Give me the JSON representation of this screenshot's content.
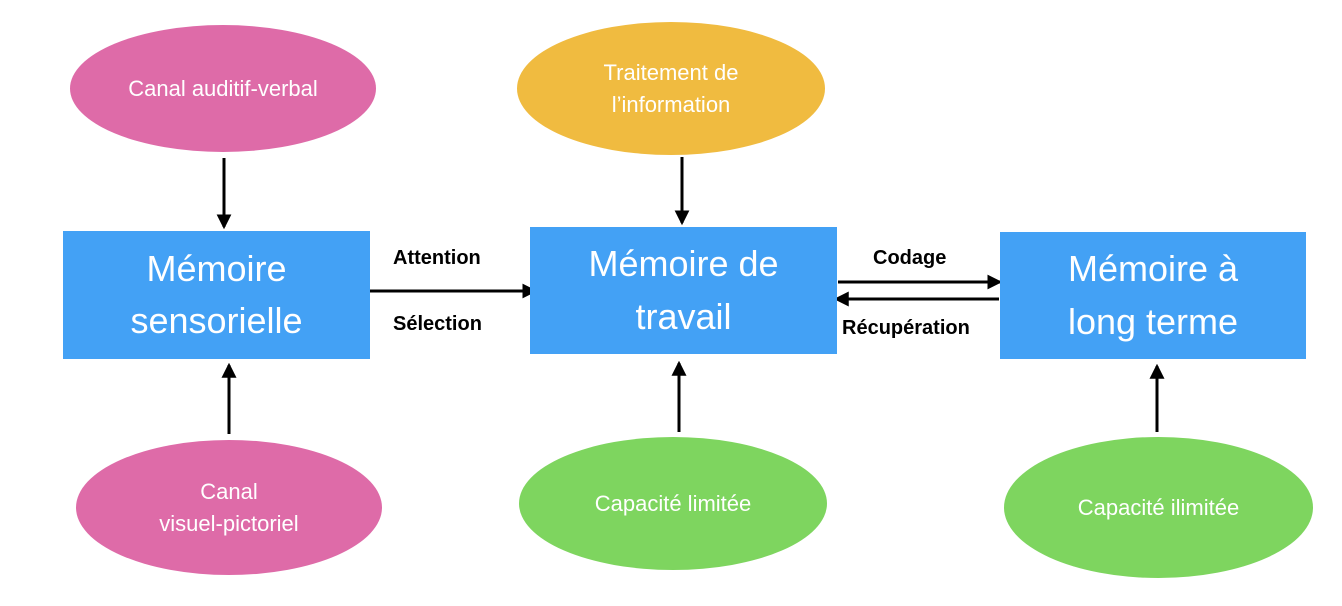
{
  "colors": {
    "box": "#43a1f5",
    "channel": "#de6ba8",
    "processing": "#f0bb40",
    "capacity": "#7ed55f",
    "arrow": "#000000",
    "text": "#ffffff"
  },
  "boxes": {
    "sensory": "Mémoire\nsensorielle",
    "working": "Mémoire de\ntravail",
    "longterm": "Mémoire à\nlong terme"
  },
  "ellipses": {
    "auditory": "Canal auditif-verbal",
    "visual": "Canal\nvisuel-pictoriel",
    "processing": "Traitement de\nl’information",
    "limited": "Capacité limitée",
    "unlimited": "Capacité ilimitée"
  },
  "labels": {
    "attention": "Attention",
    "selection": "Sélection",
    "encoding": "Codage",
    "retrieval": "Récupération"
  }
}
